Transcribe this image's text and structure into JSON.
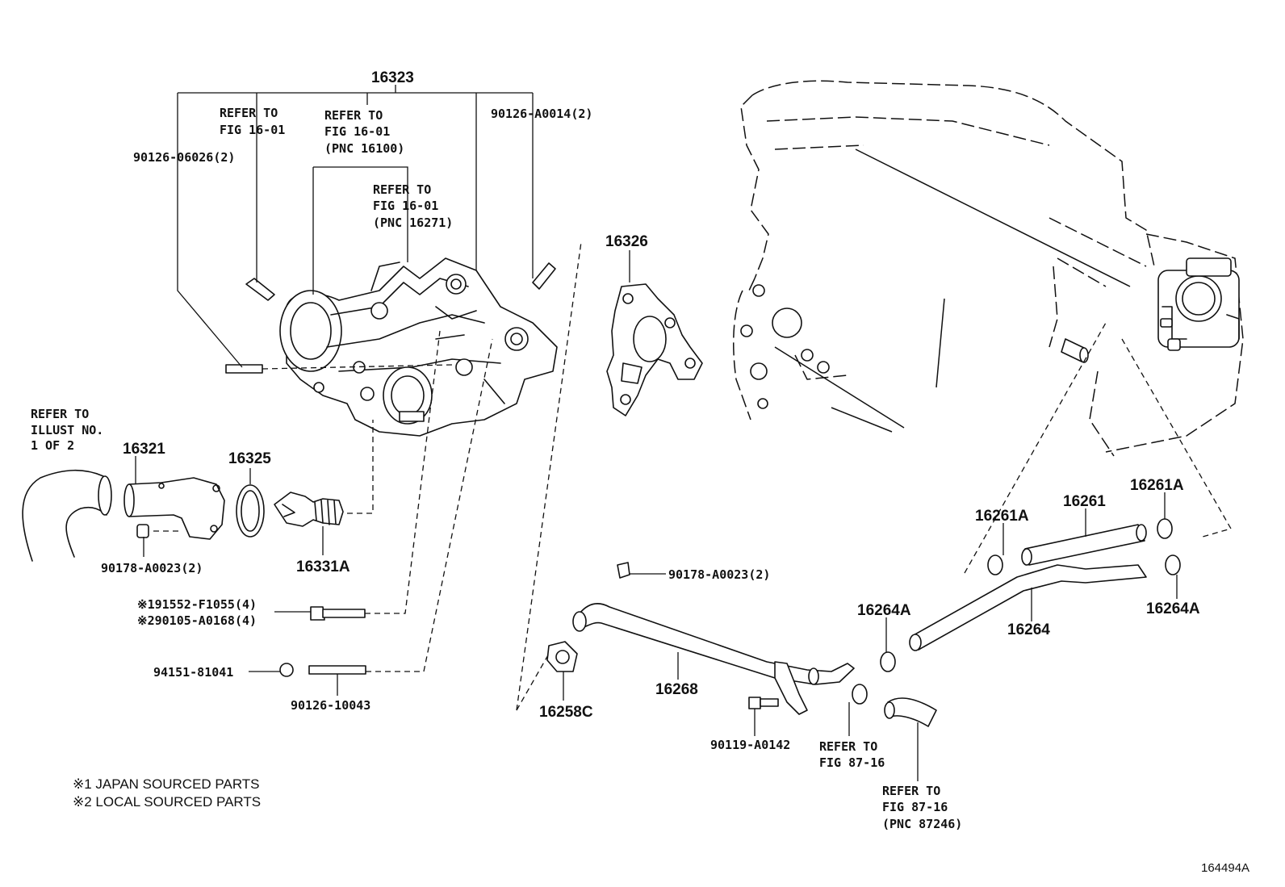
{
  "callouts": {
    "pnc_16323": "16323",
    "refer_fig_16_01_a_line1": "REFER TO",
    "refer_fig_16_01_a_line2": "FIG 16-01",
    "refer_fig_16_01_b_line1": "REFER TO",
    "refer_fig_16_01_b_line2": "FIG 16-01",
    "refer_fig_16_01_b_line3": "(PNC 16100)",
    "refer_fig_16_01_c_line1": "REFER TO",
    "refer_fig_16_01_c_line2": "FIG 16-01",
    "refer_fig_16_01_c_line3": "(PNC 16271)",
    "bolt_90126_06026": "90126-06026(2)",
    "stud_90126_a0014": "90126-A0014(2)",
    "pnc_16326": "16326",
    "refer_illust_line1": "REFER TO",
    "refer_illust_line2": "ILLUST NO.",
    "refer_illust_line3": "1 OF 2",
    "pnc_16321": "16321",
    "pnc_16325": "16325",
    "pnc_16331a": "16331A",
    "gasket_90178_a0023_left": "90178-A0023(2)",
    "bolt_91552_f1055": "※191552-F1055(4)",
    "bolt_90105_a0168": "※290105-A0168(4)",
    "nut_94151_81041": "94151-81041",
    "stud_90126_10043": "90126-10043",
    "gasket_90178_a0023_right": "90178-A0023(2)",
    "pnc_16258c": "16258C",
    "pnc_16268": "16268",
    "bolt_90119_a0142": "90119-A0142",
    "refer_fig_87_16_a_line1": "REFER TO",
    "refer_fig_87_16_a_line2": "FIG 87-16",
    "refer_fig_87_16_b_line1": "REFER TO",
    "refer_fig_87_16_b_line2": "FIG 87-16",
    "refer_fig_87_16_b_line3": "(PNC 87246)",
    "pnc_16264a_left": "16264A",
    "pnc_16264": "16264",
    "pnc_16264a_right": "16264A",
    "pnc_16261a_left": "16261A",
    "pnc_16261": "16261",
    "pnc_16261a_right": "16261A"
  },
  "notes": {
    "note1": "※1 JAPAN SOURCED PARTS",
    "note2": "※2 LOCAL SOURCED PARTS"
  },
  "figure_id": "164494A"
}
